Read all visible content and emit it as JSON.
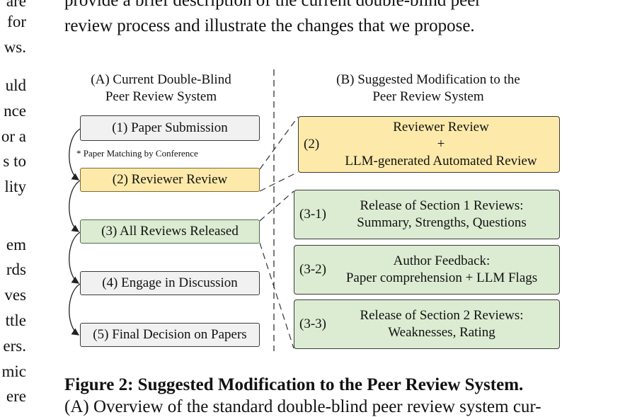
{
  "left_column_fragments": [
    "are",
    "for",
    "ws.",
    "uld",
    "nce",
    "or a",
    "s to",
    "lity",
    "em",
    "rds",
    "ves",
    "ttle",
    "ers.",
    "mic",
    "ere"
  ],
  "intro_lines": [
    "provide a brief description of the current double-blind peer",
    "review process and illustrate the changes that we propose."
  ],
  "figure": {
    "left_header": [
      "(A) Current Double-Blind",
      "Peer Review System"
    ],
    "right_header": [
      "(B) Suggested Modification to the",
      "Peer Review System"
    ],
    "steps": [
      "(1) Paper Submission",
      "(2) Reviewer Review",
      "(3) All Reviews Released",
      "(4) Engage in Discussion",
      "(5) Final Decision on Papers"
    ],
    "matching_note": "* Paper Matching by Conference",
    "modified_steps": [
      {
        "num": "(2)",
        "lines": [
          "Reviewer Review",
          "+",
          "LLM-generated Automated Review"
        ]
      },
      {
        "num": "(3-1)",
        "lines": [
          "Release of Section 1 Reviews:",
          "Summary, Strengths, Questions"
        ]
      },
      {
        "num": "(3-2)",
        "lines": [
          "Author Feedback:",
          "Paper comprehension + LLM Flags"
        ]
      },
      {
        "num": "(3-3)",
        "lines": [
          "Release of Section 2 Reviews:",
          "Weaknesses, Rating"
        ]
      }
    ]
  },
  "caption": {
    "title": "Figure 2: Suggested Modification to the Peer Review System.",
    "body": "(A) Overview of the standard double-blind peer review system cur-"
  },
  "colors": {
    "gray_box": "#f1f1f1",
    "yellow_box": "#fdeaaa",
    "green_box": "#dcecd2"
  }
}
